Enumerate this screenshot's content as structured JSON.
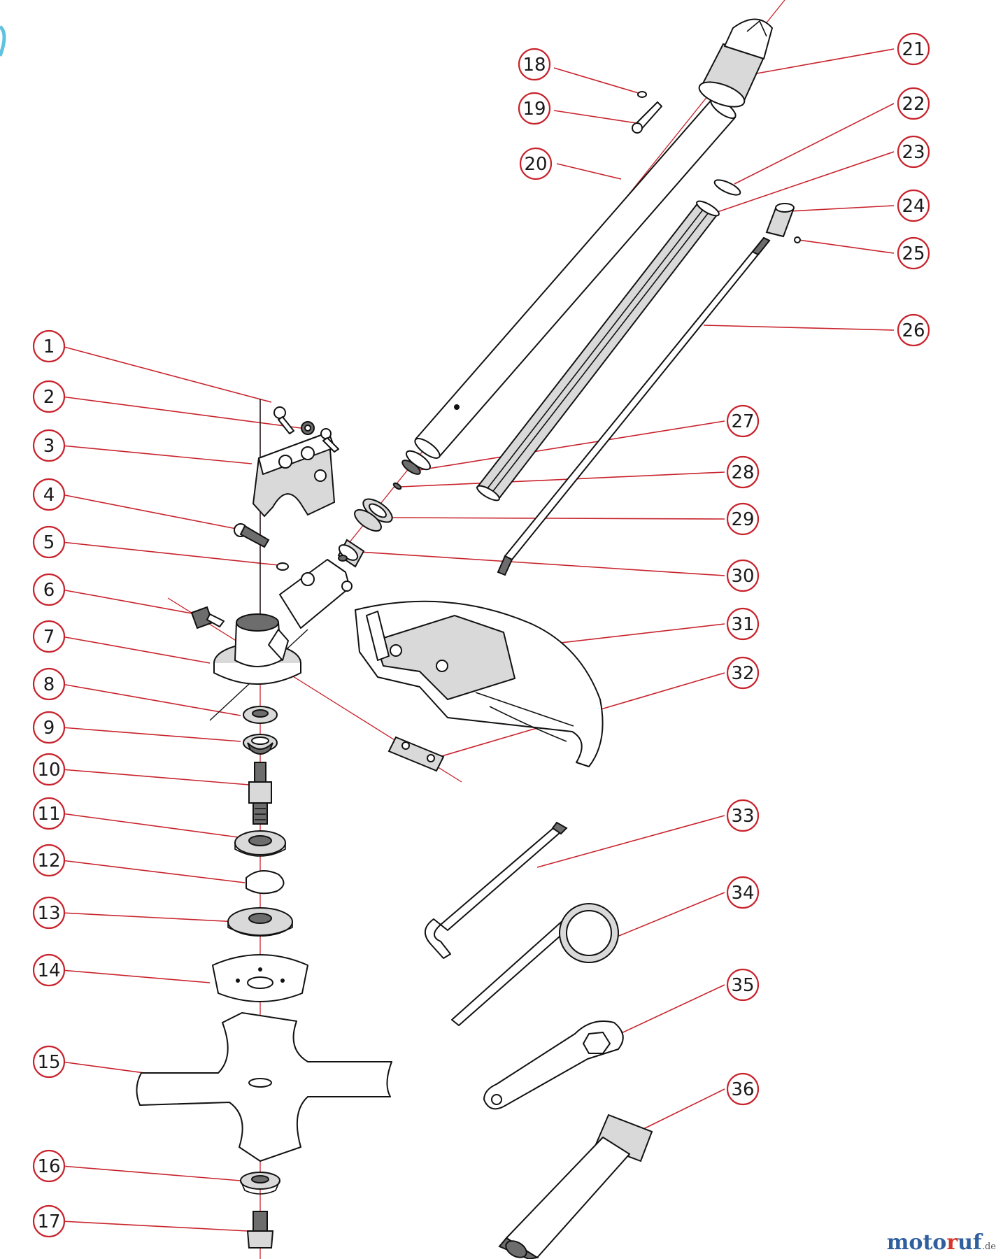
{
  "callouts": [
    {
      "n": "1"
    },
    {
      "n": "2"
    },
    {
      "n": "3"
    },
    {
      "n": "4"
    },
    {
      "n": "5"
    },
    {
      "n": "6"
    },
    {
      "n": "7"
    },
    {
      "n": "8"
    },
    {
      "n": "9"
    },
    {
      "n": "10"
    },
    {
      "n": "11"
    },
    {
      "n": "12"
    },
    {
      "n": "13"
    },
    {
      "n": "14"
    },
    {
      "n": "15"
    },
    {
      "n": "16"
    },
    {
      "n": "17"
    },
    {
      "n": "18"
    },
    {
      "n": "19"
    },
    {
      "n": "20"
    },
    {
      "n": "21"
    },
    {
      "n": "22"
    },
    {
      "n": "23"
    },
    {
      "n": "24"
    },
    {
      "n": "25"
    },
    {
      "n": "26"
    },
    {
      "n": "27"
    },
    {
      "n": "28"
    },
    {
      "n": "29"
    },
    {
      "n": "30"
    },
    {
      "n": "31"
    },
    {
      "n": "32"
    },
    {
      "n": "33"
    },
    {
      "n": "34"
    },
    {
      "n": "35"
    },
    {
      "n": "36"
    }
  ],
  "logo": {
    "part1": "moto",
    "part2": "r",
    "part3": "uf",
    "suffix": ".de"
  },
  "colors": {
    "leader": "#c8232c",
    "outline": "#111111",
    "logo_blue": "#2f5f9e",
    "logo_red": "#d6372b"
  }
}
